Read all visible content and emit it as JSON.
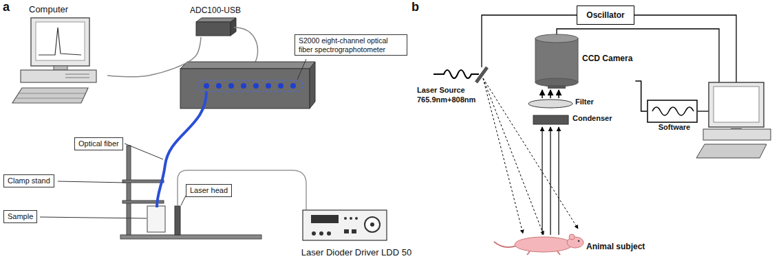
{
  "diagram": {
    "nodes": [
      {
        "text": [
          "Computer"
        ]
      },
      {
        "text": [
          "ADC100-USB"
        ]
      },
      {
        "text": [
          "S2000 eight-channel optical fiber spectrographotometer"
        ]
      },
      {
        "text": [
          "Optical fiber"
        ]
      },
      {
        "text": [
          "Clamp stand"
        ]
      },
      {
        "text": [
          "Laser head"
        ]
      },
      {
        "text": [
          "Sample"
        ]
      },
      {
        "text": [
          "Laser Dioder Driver LDD 50"
        ]
      },
      {
        "text": [
          "Oscillator"
        ]
      },
      {
        "text": [
          "CCD Camera"
        ]
      },
      {
        "text": [
          "Filter"
        ]
      },
      {
        "text": [
          "Condenser"
        ]
      },
      {
        "text": [
          "Software"
        ]
      }
    ],
    "edges": [
      {
        "from": 0,
        "to": 1,
        "arrow": "none"
      },
      {
        "from": 9,
        "to": 12,
        "arrow": "none"
      }
    ],
    "labels": [
      "a",
      "b",
      "Laser Source 765.9nm+808nm",
      "Animal subject"
    ]
  }
}
